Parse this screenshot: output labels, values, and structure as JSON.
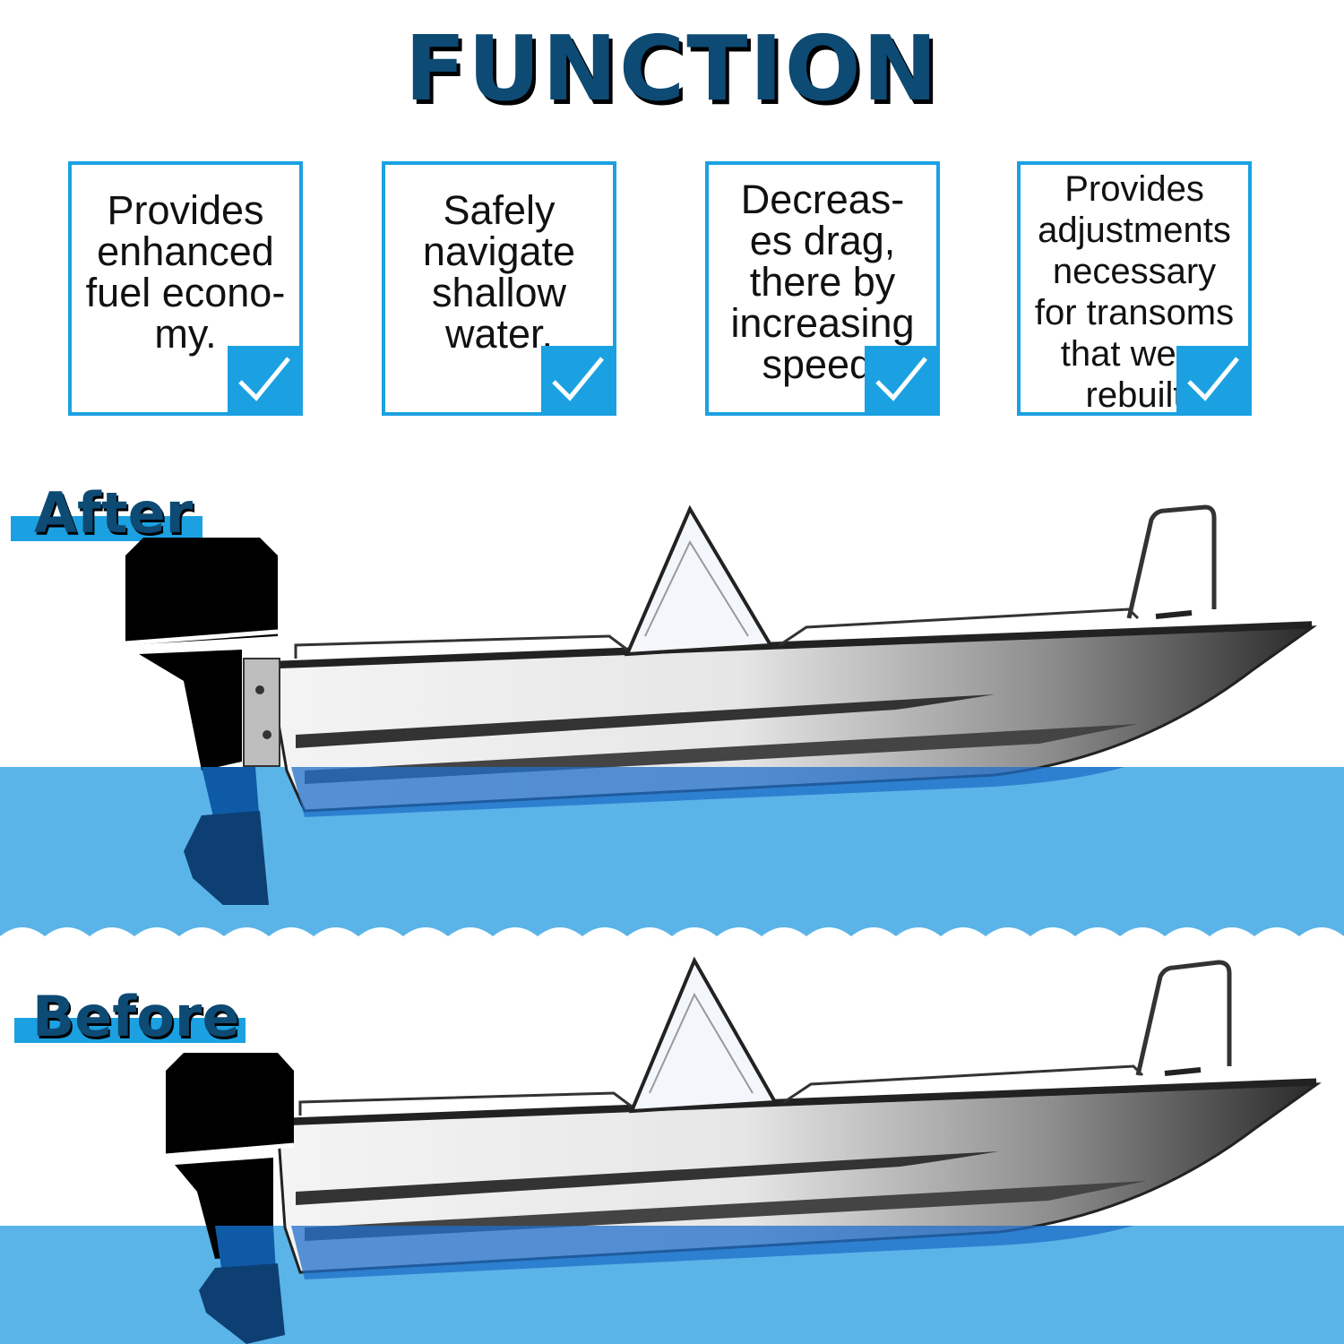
{
  "header": {
    "title": "FUNCTION"
  },
  "features": [
    {
      "text": "Provides\nenhanced\nfuel econo-\nmy."
    },
    {
      "text": "Safely\nnavigate\nshallow\nwater."
    },
    {
      "text": "Decreas-\nes drag,\nthere by\nincreasing\nspeed."
    },
    {
      "text": "Provides\nadjustments\nnecessary\nfor transoms\nthat were\nrebuilt"
    }
  ],
  "labels": {
    "after": "After",
    "before": "Before"
  },
  "colors": {
    "accent": "#1ba1e2",
    "title": "#0d4a74",
    "water": "#5ab4e8"
  },
  "icons": {
    "check": "checkmark-icon",
    "motor": "outboard-motor-icon",
    "boat": "boat-icon"
  }
}
